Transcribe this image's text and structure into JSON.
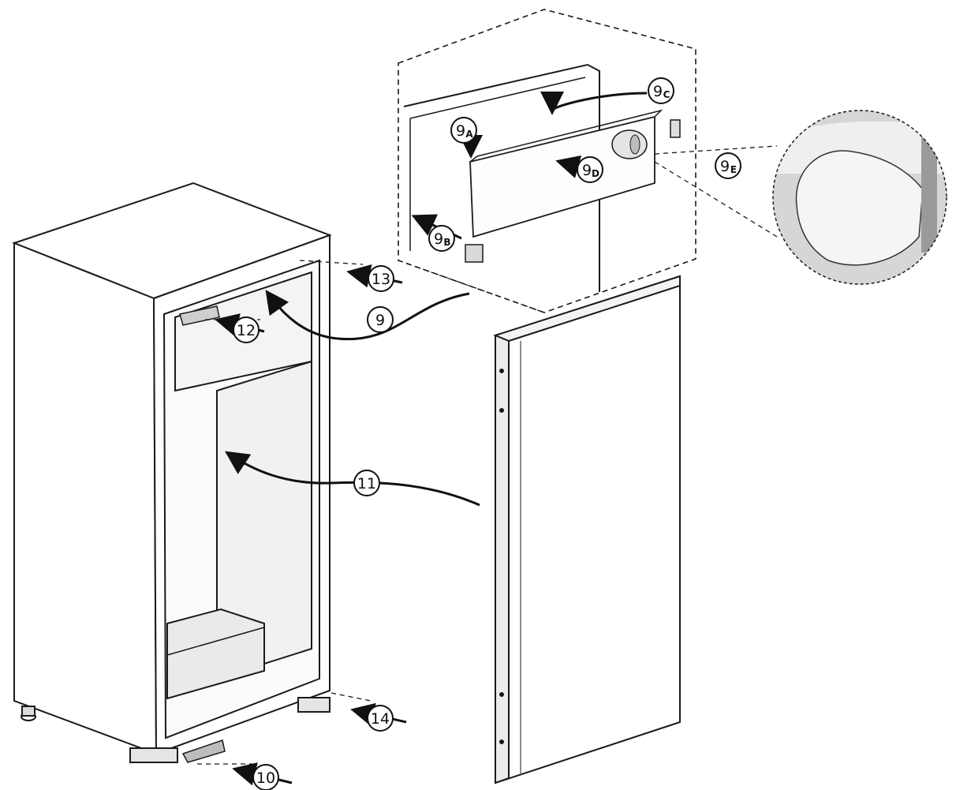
{
  "diagram": {
    "subject": "door reversal assembly diagram",
    "callouts": [
      {
        "id": "c9",
        "number": "9",
        "sub": ""
      },
      {
        "id": "c9a",
        "number": "9",
        "sub": "A"
      },
      {
        "id": "c9b",
        "number": "9",
        "sub": "B"
      },
      {
        "id": "c9c",
        "number": "9",
        "sub": "C"
      },
      {
        "id": "c9d",
        "number": "9",
        "sub": "D"
      },
      {
        "id": "c9e",
        "number": "9",
        "sub": "E"
      },
      {
        "id": "c10",
        "number": "10",
        "sub": ""
      },
      {
        "id": "c11",
        "number": "11",
        "sub": ""
      },
      {
        "id": "c12",
        "number": "12",
        "sub": ""
      },
      {
        "id": "c13",
        "number": "13",
        "sub": ""
      },
      {
        "id": "c14",
        "number": "14",
        "sub": ""
      }
    ],
    "colors": {
      "line": "#1a1a1a",
      "panel": "#f7f7f7",
      "shade": "#d9d9d9",
      "photo": "#cfcfcf"
    }
  }
}
